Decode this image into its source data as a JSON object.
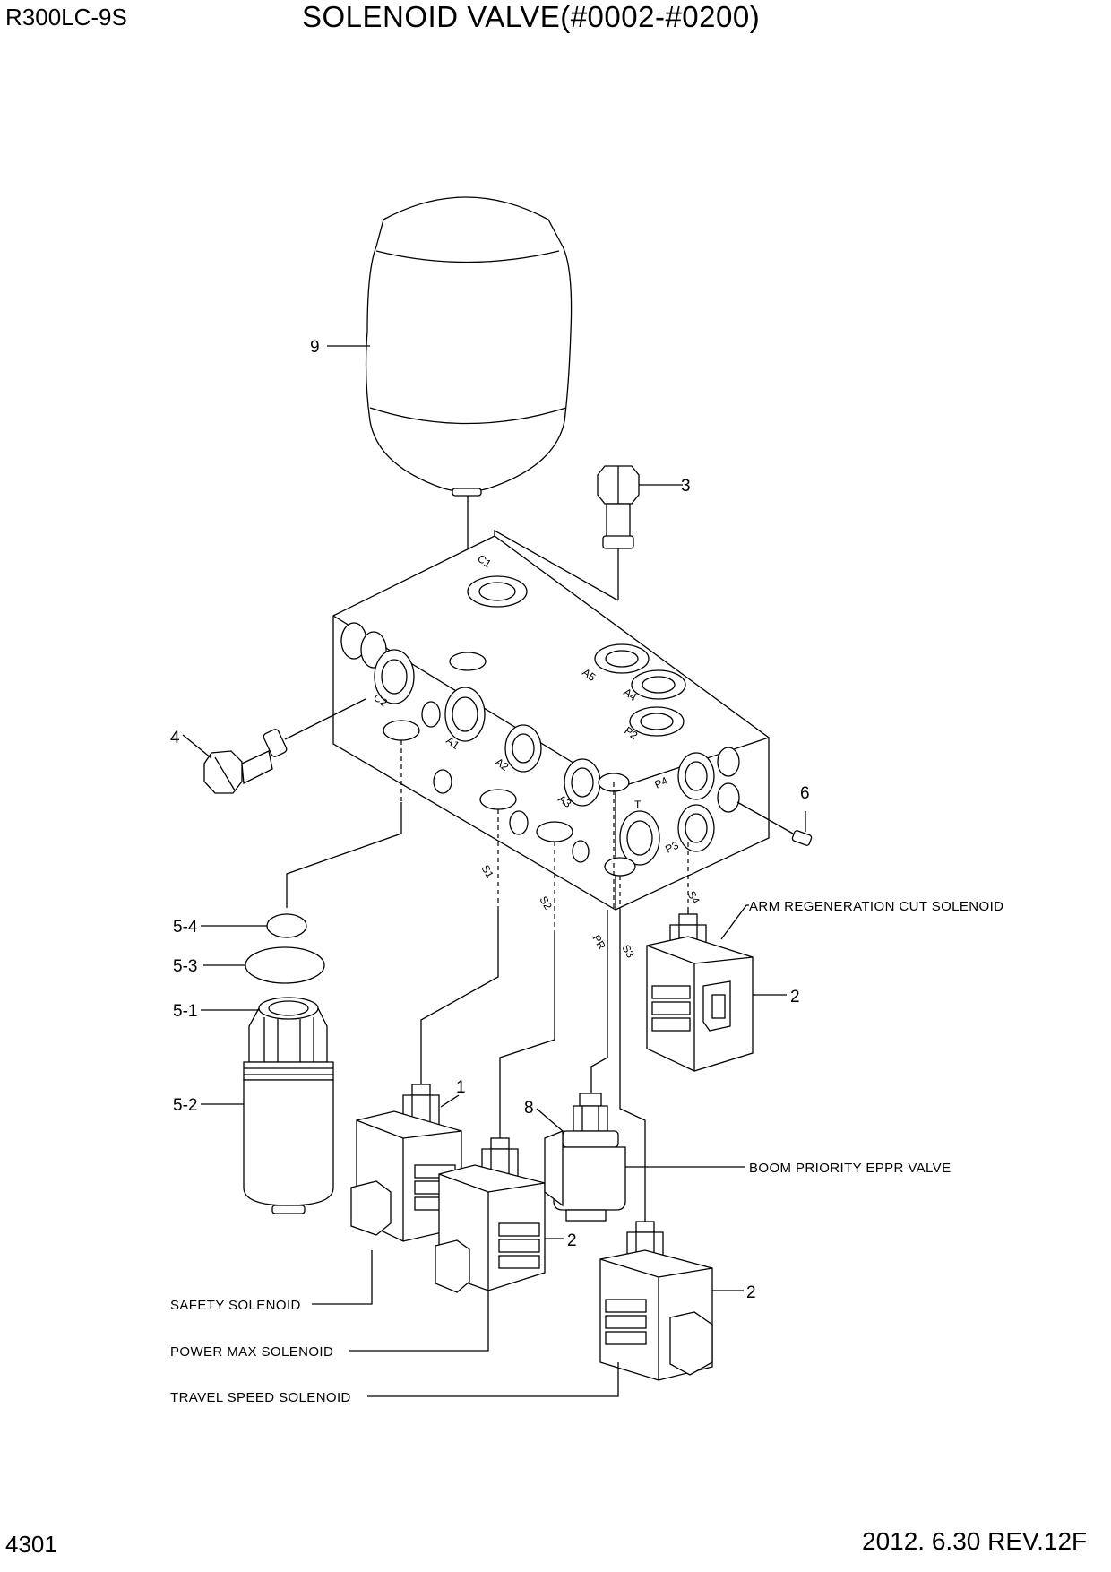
{
  "header": {
    "model": "R300LC-9S",
    "title": "SOLENOID VALVE(#0002-#0200)"
  },
  "footer": {
    "page_number": "4301",
    "revision": "2012. 6.30  REV.12F"
  },
  "callouts": {
    "c1": "1",
    "c2a": "2",
    "c2b": "2",
    "c2c": "2",
    "c3": "3",
    "c4": "4",
    "c51": "5-1",
    "c52": "5-2",
    "c53": "5-3",
    "c54": "5-4",
    "c6": "6",
    "c8": "8",
    "c9": "9"
  },
  "ports": {
    "c1": "C1",
    "c2": "C2",
    "a1": "A1",
    "a2": "A2",
    "a3": "A3",
    "a4": "A4",
    "a5": "A5",
    "p2": "P2",
    "p3": "P3",
    "p4": "P4",
    "t": "T",
    "s1": "S1",
    "s2": "S2",
    "s3": "S3",
    "s4": "S4",
    "pr": "PR"
  },
  "labels": {
    "arm_regen": "ARM REGENERATION CUT SOLENOID",
    "boom_priority": "BOOM PRIORITY EPPR VALVE",
    "safety": "SAFETY SOLENOID",
    "power_max": "POWER MAX SOLENOID",
    "travel_speed": "TRAVEL SPEED SOLENOID"
  }
}
